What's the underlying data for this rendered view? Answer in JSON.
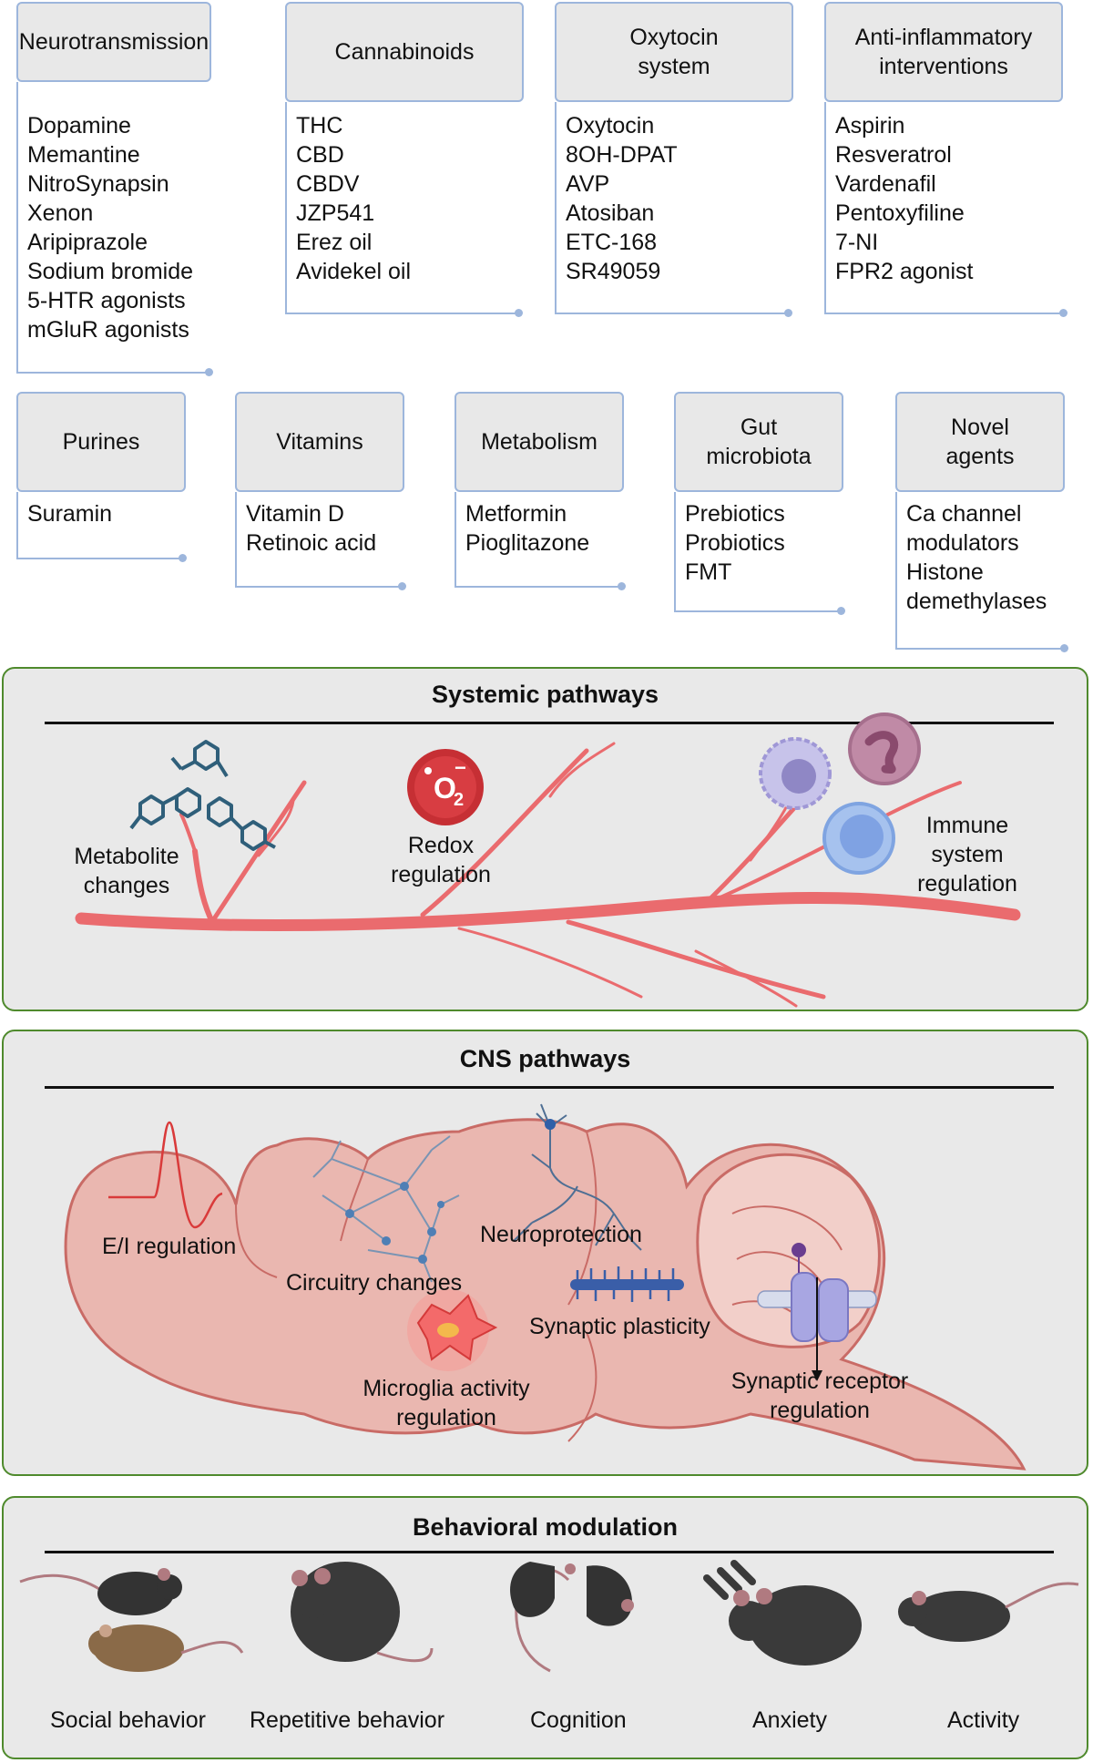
{
  "categories": [
    {
      "title": "Neurotransmission",
      "items": [
        "Dopamine",
        "Memantine",
        "NitroSynapsin",
        "Xenon",
        "Aripiprazole",
        "Sodium bromide",
        "5-HTR agonists",
        "mGluR agonists"
      ]
    },
    {
      "title": "Cannabinoids",
      "items": [
        "THC",
        "CBD",
        "CBDV",
        "JZP541",
        "Erez oil",
        "Avidekel oil"
      ]
    },
    {
      "title_lines": [
        "Oxytocin",
        "system"
      ],
      "items": [
        "Oxytocin",
        "8OH-DPAT",
        "AVP",
        "Atosiban",
        "ETC-168",
        "SR49059"
      ]
    },
    {
      "title_lines": [
        "Anti-inflammatory",
        "interventions"
      ],
      "items": [
        "Aspirin",
        "Resveratrol",
        "Vardenafil",
        "Pentoxyfiline",
        "7-NI",
        "FPR2 agonist"
      ]
    },
    {
      "title": "Purines",
      "items": [
        "Suramin"
      ]
    },
    {
      "title": "Vitamins",
      "items": [
        "Vitamin D",
        "Retinoic acid"
      ]
    },
    {
      "title": "Metabolism",
      "items": [
        "Metformin",
        "Pioglitazone"
      ]
    },
    {
      "title_lines": [
        "Gut",
        "microbiota"
      ],
      "items": [
        "Prebiotics",
        "Probiotics",
        "FMT"
      ]
    },
    {
      "title_lines": [
        "Novel",
        "agents"
      ],
      "items": [
        "Ca channel",
        "modulators",
        "Histone",
        "demethylases"
      ]
    }
  ],
  "systemic": {
    "title": "Systemic pathways",
    "metabolite": [
      "Metabolite",
      "changes"
    ],
    "redox": [
      "Redox",
      "regulation"
    ],
    "o2_symbol": "O",
    "o2_sub": "2",
    "o2_charge": "−",
    "immune": [
      "Immune",
      "system",
      "regulation"
    ]
  },
  "cns": {
    "title": "CNS pathways",
    "ei": "E/I regulation",
    "circuitry": "Circuitry changes",
    "neuroprotection": "Neuroprotection",
    "synaptic_plasticity": "Synaptic plasticity",
    "microglia": [
      "Microglia activity",
      "regulation"
    ],
    "receptor": [
      "Synaptic receptor",
      "regulation"
    ]
  },
  "behavior": {
    "title": "Behavioral modulation",
    "items": [
      "Social behavior",
      "Repetitive behavior",
      "Cognition",
      "Anxiety",
      "Activity"
    ]
  },
  "colors": {
    "box_border": "#9db6dc",
    "panel_border": "#4f8a2d",
    "vessel": "#ea6b6e",
    "brain": "#eab7b0",
    "brain_outline": "#c96b66",
    "molecule": "#2f5f7a",
    "mouse": "#3a3a3a"
  }
}
